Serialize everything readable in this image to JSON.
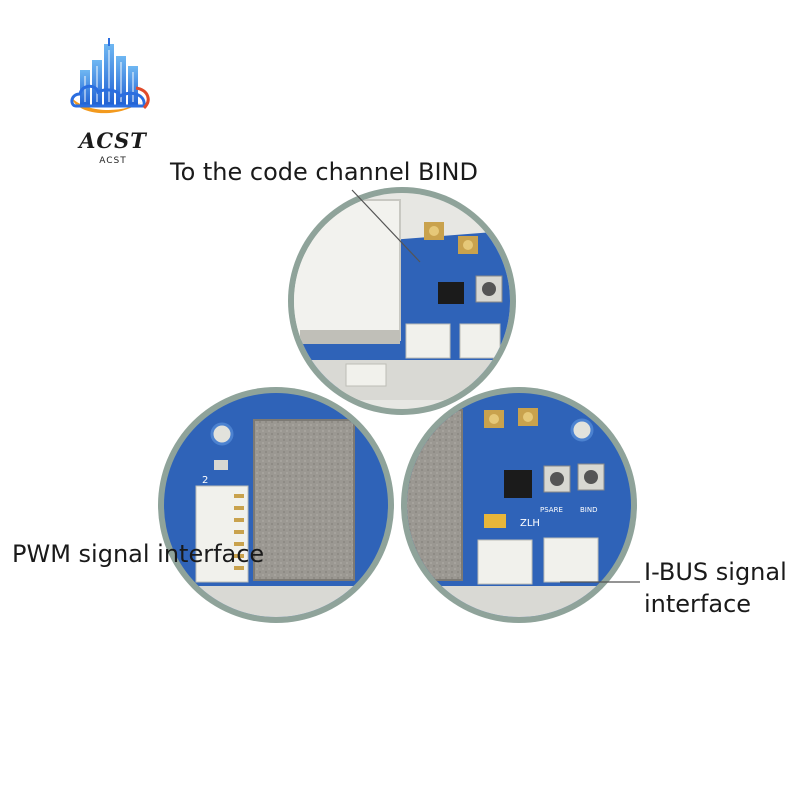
{
  "logo": {
    "wordmark": "ACST",
    "subtitle": "ACST",
    "colors": {
      "blue": "#2b6ee0",
      "orange": "#f39a1e",
      "red": "#e04a2a",
      "light_blue": "#6fb7f2"
    }
  },
  "callouts": {
    "bind": "To the code channel BIND",
    "pwm": "PWM signal interface",
    "ibus_line1": "I-BUS signal",
    "ibus_line2": "interface"
  },
  "board_markings": {
    "pin_number": "2",
    "silk_zlh": "ZLH",
    "silk_psare": "PSARE",
    "silk_bind": "BIND"
  },
  "colors": {
    "ring": "#8fa39a",
    "pcb": "#2f63b8",
    "pcb_light": "#4c82d0",
    "shield": "#9b9892",
    "connector": "#f1f1ec",
    "gold": "#c9a24d"
  }
}
